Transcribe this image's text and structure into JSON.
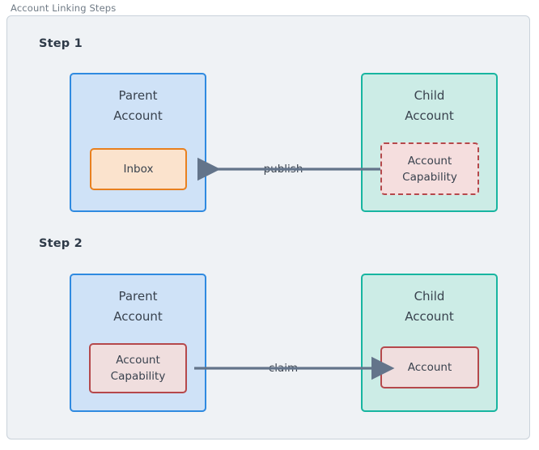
{
  "diagram": {
    "title": "Account Linking Steps",
    "type": "flow",
    "steps": [
      {
        "label": "Step 1",
        "left_container": {
          "title": "Parent\nAccount",
          "kind": "parent-account",
          "fill": "#cfe2f7",
          "stroke": "#2f8ae0",
          "node": {
            "label": "Inbox",
            "fill": "#fbe3cd",
            "stroke": "#e8801f",
            "border_style": "solid"
          }
        },
        "right_container": {
          "title": "Child\nAccount",
          "kind": "child-account",
          "fill": "#ccece6",
          "stroke": "#17b5a0",
          "node": {
            "label": "Account\nCapability",
            "fill": "#f5dede",
            "stroke": "#b5484b",
            "border_style": "dashed"
          }
        },
        "edge": {
          "label": "publish",
          "direction": "right-to-left",
          "color": "#63748a"
        }
      },
      {
        "label": "Step 2",
        "left_container": {
          "title": "Parent\nAccount",
          "kind": "parent-account",
          "fill": "#cfe2f7",
          "stroke": "#2f8ae0",
          "node": {
            "label": "Account\nCapability",
            "fill": "#f0dede",
            "stroke": "#b5484b",
            "border_style": "solid"
          }
        },
        "right_container": {
          "title": "Child\nAccount",
          "kind": "child-account",
          "fill": "#ccece6",
          "stroke": "#17b5a0",
          "node": {
            "label": "Account",
            "fill": "#f0dede",
            "stroke": "#b5484b",
            "border_style": "solid"
          }
        },
        "edge": {
          "label": "claim",
          "direction": "left-to-right",
          "color": "#63748a"
        }
      }
    ],
    "frame": {
      "fill": "#eff2f5",
      "stroke": "#c9d2da"
    }
  }
}
